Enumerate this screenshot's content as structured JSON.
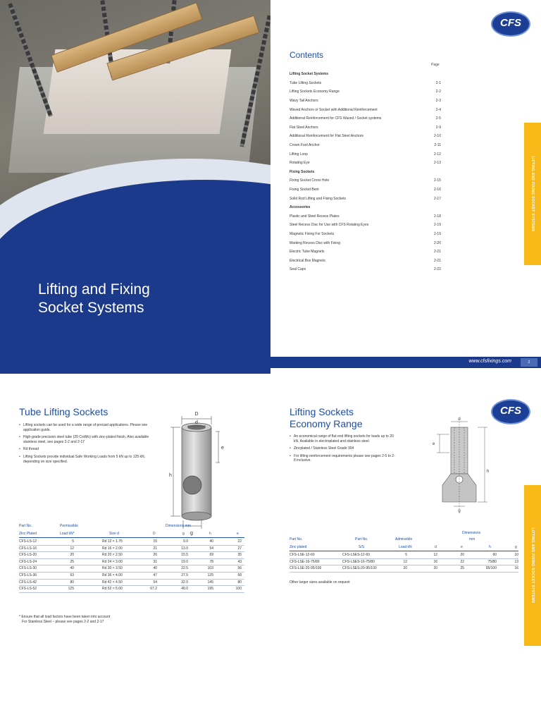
{
  "colors": {
    "brand_blue": "#1c3a8c",
    "heading_blue": "#1d4ea8",
    "tab_yellow": "#f7b818"
  },
  "page1": {
    "title_line1": "Lifting and Fixing",
    "title_line2": "Socket Systems",
    "logo_text": "CFS",
    "contents_title": "Contents",
    "page_col": "Page",
    "toc": [
      {
        "label": "Lifting Socket Systems",
        "page": "",
        "section": true
      },
      {
        "label": "Tube Lifting Sockets",
        "page": "2-1"
      },
      {
        "label": "Lifting Sockets Economy Range",
        "page": "2-2"
      },
      {
        "label": "Wavy Tail Anchors",
        "page": "2-3"
      },
      {
        "label": "Waved Anchors or Socket with Additional Reinforcement",
        "page": "2-4"
      },
      {
        "label": "Additional Reinforcement for CFS Waved / Socket systems",
        "page": "2-5"
      },
      {
        "label": "Flat Steel Anchors",
        "page": "2-9"
      },
      {
        "label": "Additional Reinforcement for Flat Steel Anchors",
        "page": "2-10"
      },
      {
        "label": "Crown Foot Anchor",
        "page": "2-11"
      },
      {
        "label": "Lifting Loop",
        "page": "2-12"
      },
      {
        "label": "Rotating Eye",
        "page": "2-13"
      },
      {
        "label": "Fixing Sockets",
        "page": "",
        "section": true
      },
      {
        "label": "Fixing Socket Cross Hole",
        "page": "2-15"
      },
      {
        "label": "Fixing Socket Bent",
        "page": "2-16"
      },
      {
        "label": "Solid Rod Lifting and Fixing Sockets",
        "page": "2-17"
      },
      {
        "label": "Accessories",
        "page": "",
        "section": true
      },
      {
        "label": "Plastic and Steel Recess Plates",
        "page": "2-18"
      },
      {
        "label": "Steel Recess Disc for Use with CFS Rotating Eyes",
        "page": "2-19"
      },
      {
        "label": "Magnetic Fixing For Sockets",
        "page": "2-19"
      },
      {
        "label": "Marking Recess Disc with Fixing",
        "page": "2-20"
      },
      {
        "label": "Electric Tube Magnets",
        "page": "2-21"
      },
      {
        "label": "Electrical Box Magnets",
        "page": "2-21"
      },
      {
        "label": "Seal Caps",
        "page": "2-22"
      }
    ],
    "side_tab": "LIFTING AND FIXING SOCKET SYSTEMS",
    "website": "www.cfsfixings.com",
    "page_number": "2"
  },
  "tube": {
    "title": "Tube Lifting Sockets",
    "bullets": [
      "Lifting sockets can be used for a wide range of precast applications. Please see application guide.",
      "High-grade precision steel tube (20 CroMo) with zinc-plated finish. Also available stainless steel, see pages 2-2 and 2-17",
      "Rd thread",
      "Lifting Sockets provide individual Safe Working Loads from 5 kN up to 125 kN, depending on size specified."
    ],
    "diagram_labels": {
      "D": "D",
      "d": "d",
      "e": "e",
      "h": "h",
      "g": "g"
    },
    "headers": {
      "part_no": "Part No.",
      "permissible": "Permissible",
      "dimensions": "Dimensions mm",
      "zinc": "Zinc Plated",
      "load": "Load kN*",
      "size": "Size d",
      "D": "D",
      "g": "g",
      "h": "h",
      "e": "e"
    },
    "rows": [
      [
        "CFS-LS-12",
        "5",
        "Rd 12 × 1.75",
        "15",
        "9.0",
        "40",
        "22"
      ],
      [
        "CFS-LS-16",
        "12",
        "Rd 16 × 2.00",
        "21",
        "13.0",
        "54",
        "27"
      ],
      [
        "CFS-LS-20",
        "20",
        "Rd 20 × 2.50",
        "26",
        "15.5",
        "69",
        "35"
      ],
      [
        "CFS-LS-24",
        "25",
        "Rd 24 × 3.00",
        "31",
        "19.0",
        "78",
        "43"
      ],
      [
        "CFS-LS-30",
        "40",
        "Rd 30 × 3.50",
        "40",
        "22.5",
        "103",
        "56"
      ],
      [
        "CFS-LS-36",
        "63",
        "Rd 36 × 4.00",
        "47",
        "27.5",
        "125",
        "68"
      ],
      [
        "CFS-LS-42",
        "80",
        "Rd 42 × 4.50",
        "54",
        "32.0",
        "145",
        "80"
      ],
      [
        "CFS-LS-52",
        "125",
        "Rd 52 × 5.00",
        "67.2",
        "40.0",
        "195",
        "100"
      ]
    ],
    "note1": "* Ensure that all load factors have been taken into account",
    "note2": "For Stainless Steel – please see pages 2-2 and 2-17"
  },
  "economy": {
    "title_line1": "Lifting Sockets",
    "title_line2": "Economy Range",
    "logo_text": "CFS",
    "bullets": [
      "An economical range of flat end lifting sockets for loads up to 20 kN. Available in electroplated and stainless steel.",
      "Zincplated / Stainless Steel Grade 304",
      "For lifting reinforcement requirements please see pages 2-5 to 2-8 inclusive."
    ],
    "diagram_labels": {
      "d": "d",
      "e": "e",
      "h": "h",
      "g": "g"
    },
    "headers": {
      "dimensions": "Dimensions",
      "mm": "mm",
      "part_no": "Part No.",
      "part_no2": "Part No.",
      "admissible": "Admissible",
      "zinc": "Zinc plated",
      "ss": "S/S",
      "load": "Load kN",
      "d": "d",
      "e": "e",
      "h": "h",
      "g": "g"
    },
    "rows": [
      [
        "CFS-LSE-12-60",
        "CFS-LSES-12-60",
        "5",
        "12",
        "20",
        "60",
        "10"
      ],
      [
        "CFS-LSE-16-75/80",
        "CFS-LSES-16-75/80",
        "12",
        "16",
        "22",
        "75/80",
        "13"
      ],
      [
        "CFS-LSE-20-95/100",
        "CFS-LSES-20-95/100",
        "20",
        "20",
        "25",
        "95/100",
        "16"
      ]
    ],
    "note": "Other larger sizes available on request",
    "side_tab": "LIFTING AND FIXING SOCKET SYSTEMS"
  }
}
